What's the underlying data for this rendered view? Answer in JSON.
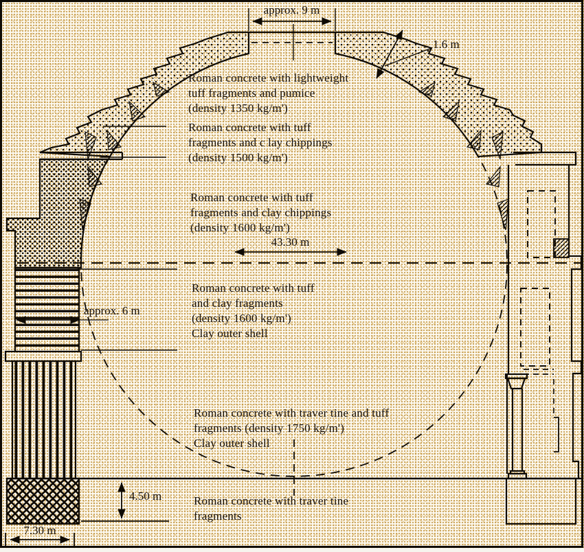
{
  "diagram": {
    "title": "Pantheon dome cross-section — Roman concrete composition",
    "colors": {
      "background": "#f4e7c4",
      "halftone_dot": "#c89a45",
      "line": "#0f0b05",
      "text": "#17100a"
    },
    "material_labels": [
      {
        "lines": [
          "Roman concrete with lightweight",
          "tuff fragments and pumice",
          "(density 1350 kg/m')"
        ]
      },
      {
        "lines": [
          "Roman concrete with tuff",
          "fragments and c lay chippings",
          "(density 1500 kg/m')"
        ]
      },
      {
        "lines": [
          "Roman concrete with tuff",
          "fragments and clay chippings",
          "(density 1600 kg/m')"
        ]
      },
      {
        "lines": [
          "Roman concrete with tuff",
          "and clay fragments",
          "(density 1600 kg/m')",
          "Clay outer shell"
        ]
      },
      {
        "lines": [
          "Roman concrete with traver tine and tuff",
          "fragments (density 1750 kg/m')",
          "Clay outer shell"
        ]
      },
      {
        "lines": [
          "Roman concrete with traver tine",
          "fragments"
        ]
      }
    ],
    "dimensions": {
      "oculus_width": "approx. 9 m",
      "dome_top_thickness": "1.6 m",
      "interior_diameter": "43.30 m",
      "wall_thickness": "approx. 6 m",
      "foundation_depth": "4.50 m",
      "foundation_width": "7.30 m"
    }
  }
}
